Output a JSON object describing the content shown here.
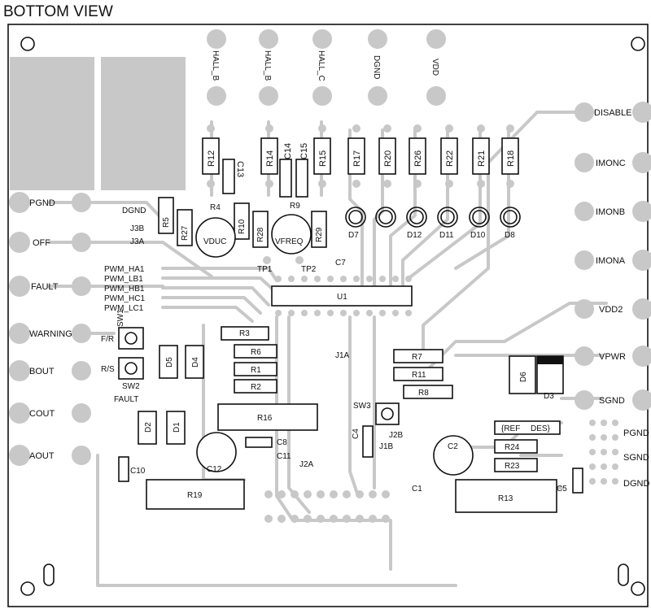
{
  "title": "BOTTOM VIEW",
  "left_terminals": [
    "PGND",
    "OFF",
    "FAULT",
    "WARNING",
    "BOUT",
    "COUT",
    "AOUT"
  ],
  "right_terminals": [
    "DISABLE",
    "IMONC",
    "IMONB",
    "IMONA",
    "VDD2",
    "VPWR",
    "SGND"
  ],
  "right_edge_labels": [
    "PGND",
    "SGND",
    "DGND"
  ],
  "top_terminals": [
    "HALL_B",
    "HALL_B",
    "HALL_C",
    "DGND",
    "VDD"
  ],
  "top_resistors": [
    "R12",
    "R14",
    "R15",
    "R17",
    "R20",
    "R26",
    "R22",
    "R21",
    "R18"
  ],
  "caps_top": [
    "C13",
    "C14",
    "C15"
  ],
  "leds": [
    "D7",
    "D12",
    "D11",
    "D10",
    "D8"
  ],
  "left_net_labels": [
    "DGND",
    "J3B",
    "J3A"
  ],
  "pwm_labels": [
    "PWM_HA1",
    "PWM_LB1",
    "PWM_HB1",
    "PWM_HC1",
    "PWM_LC1"
  ],
  "switch_labels": [
    "SW1",
    "F/R",
    "R/S",
    "SW2",
    "FAULT"
  ],
  "mid_parts": {
    "r5": "R5",
    "r27": "R27",
    "r4": "R4",
    "r10": "R10",
    "r28": "R28",
    "r9": "R9",
    "r29": "R29",
    "vduc": "VDUC",
    "vfreq": "VFREQ",
    "tp1": "TP1",
    "tp2": "TP2",
    "c7": "C7",
    "u1": "U1",
    "r3": "R3",
    "r6": "R6",
    "r1": "R1",
    "r2": "R2",
    "d5": "D5",
    "d4": "D4",
    "r16": "R16",
    "d2": "D2",
    "d1": "D1",
    "c8": "C8",
    "c11": "C11",
    "c12": "C12",
    "j2a": "J2A",
    "c10": "C10",
    "r19": "R19",
    "j1a": "J1A",
    "r7": "R7",
    "r11": "R11",
    "r8": "R8",
    "d6": "D6",
    "d3": "D3",
    "sw3": "SW3",
    "j2b": "J2B",
    "j1b": "J1B",
    "c4": "C4",
    "c2": "C2",
    "c1": "C1",
    "ref": "{REF",
    "des": "DES}",
    "r24": "R24",
    "r23": "R23",
    "c5": "C5",
    "r13": "R13"
  }
}
